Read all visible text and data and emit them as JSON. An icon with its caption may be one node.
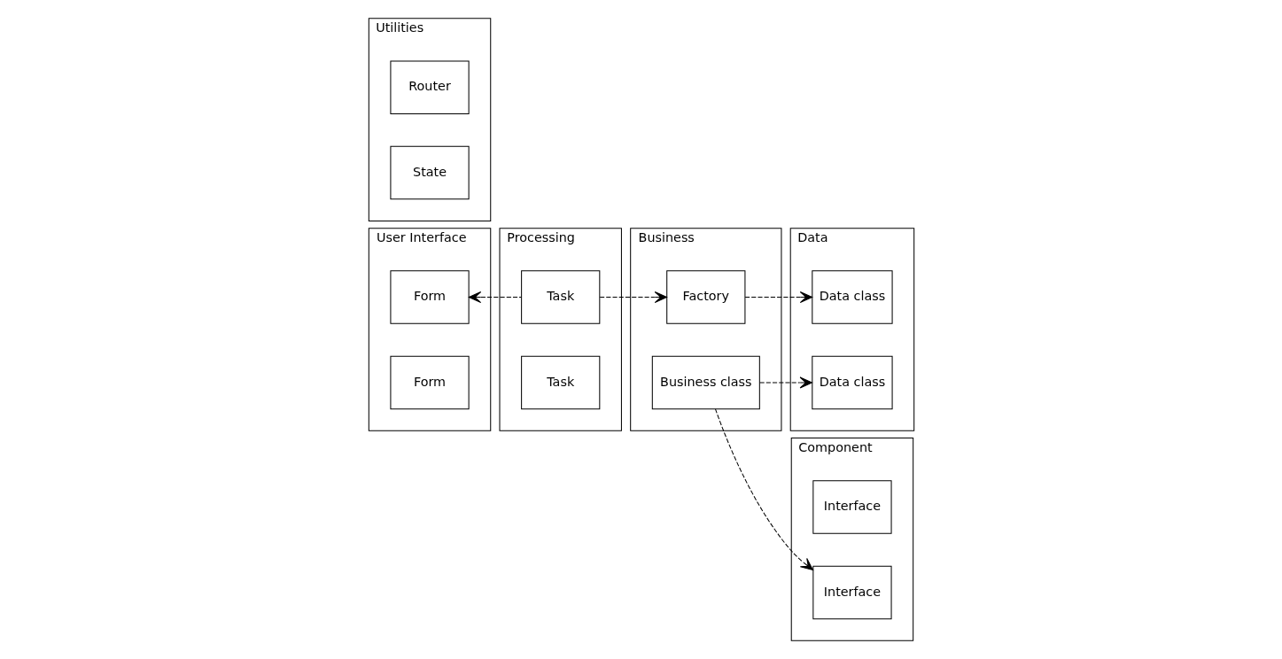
{
  "diagram": {
    "nodes": [
      {
        "text": [
          "User Interface"
        ]
      },
      {
        "text": [
          "Form"
        ],
        "in": 0
      },
      {
        "text": [
          "Form"
        ],
        "in": 0
      },
      {
        "text": [
          "Processing"
        ]
      },
      {
        "text": [
          "Task"
        ],
        "in": 3
      },
      {
        "text": [
          "Task"
        ],
        "in": 3
      },
      {
        "text": [
          "Business"
        ]
      },
      {
        "text": [
          "Factory"
        ],
        "in": 6
      },
      {
        "text": [
          "Business class"
        ],
        "in": 6
      },
      {
        "text": [
          "Data"
        ]
      },
      {
        "text": [
          "Data class"
        ],
        "in": 9
      },
      {
        "text": [
          "Data class"
        ],
        "in": 9
      },
      {
        "text": [
          "Utilities"
        ]
      },
      {
        "text": [
          "Router"
        ],
        "in": 12
      },
      {
        "text": [
          "State"
        ],
        "in": 12
      },
      {
        "text": [
          "Component"
        ]
      },
      {
        "text": [
          "Interface"
        ],
        "in": 15
      },
      {
        "text": [
          "Interface"
        ],
        "in": 15
      }
    ],
    "edges": [
      {
        "from": 4,
        "to": 1,
        "arrow": "to",
        "style": "dashed"
      },
      {
        "from": 4,
        "to": 7,
        "arrow": "to",
        "style": "dashed"
      },
      {
        "from": 7,
        "to": 10,
        "arrow": "to",
        "style": "dashed"
      },
      {
        "from": 8,
        "to": 11,
        "arrow": "to",
        "style": "dashed"
      },
      {
        "from": 8,
        "to": 17,
        "arrow": "to",
        "style": "dashed"
      }
    ]
  }
}
